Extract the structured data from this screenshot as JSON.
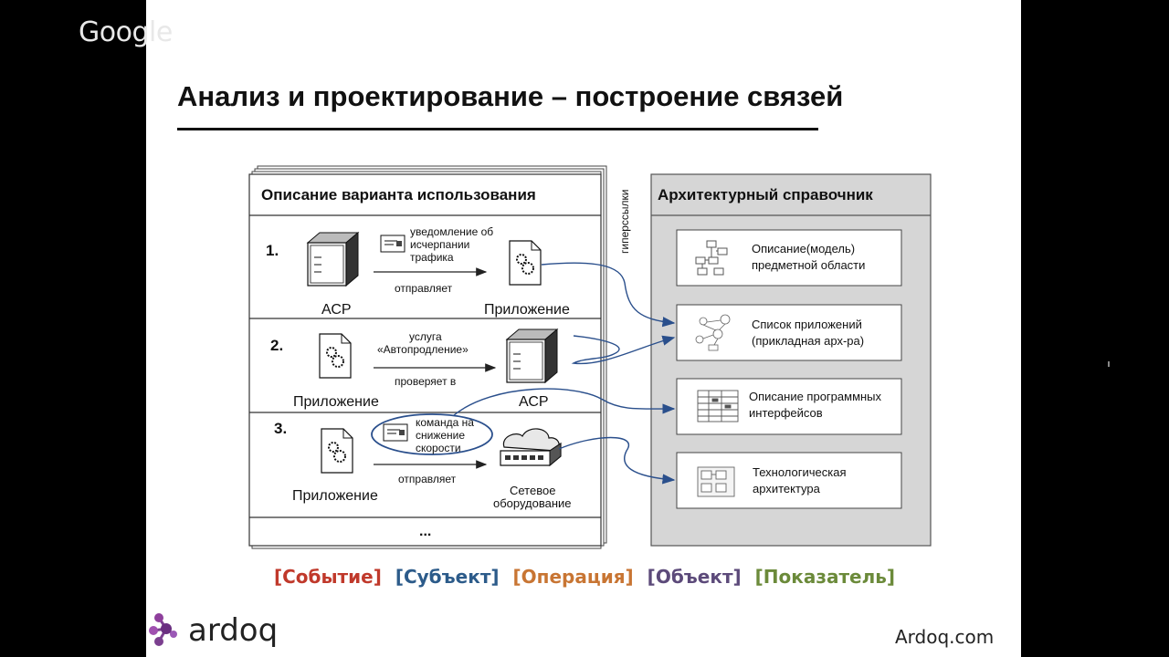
{
  "overlay": {
    "google_mark": "Google"
  },
  "slide": {
    "title": "Анализ и проектирование – построение связей",
    "left_panel": {
      "header": "Описание варианта использования",
      "rows": [
        {
          "num": "1.",
          "message": [
            "уведомление об",
            "исчерпании",
            "трафика"
          ],
          "verb": "отправляет",
          "source": "АСР",
          "target": "Приложение"
        },
        {
          "num": "2.",
          "message": [
            "услуга",
            "«Автопродление»"
          ],
          "verb": "проверяет в",
          "source": "Приложение",
          "target": "АСР"
        },
        {
          "num": "3.",
          "message": [
            "команда на",
            "снижение",
            "скорости"
          ],
          "verb": "отправляет",
          "source": "Приложение",
          "target_lines": [
            "Сетевое",
            "оборудование"
          ]
        }
      ],
      "more": "..."
    },
    "hyperlinks_label": "гиперссылки",
    "right_panel": {
      "header": "Архитектурный справочник",
      "cards": [
        {
          "lines": [
            "Описание(модель)",
            "предметной области"
          ],
          "icon": "domain-model-icon"
        },
        {
          "lines": [
            "Список приложений",
            "(прикладная арх-ра)"
          ],
          "icon": "application-map-icon"
        },
        {
          "lines": [
            "Описание программных",
            "интерфейсов"
          ],
          "icon": "interface-table-icon"
        },
        {
          "lines": [
            "Технологическая",
            "архитектура"
          ],
          "icon": "technology-architecture-icon"
        }
      ]
    },
    "legend": [
      {
        "text": "[Событие]",
        "color": "#c0392b"
      },
      {
        "text": "[Субъект]",
        "color": "#2c5b8a"
      },
      {
        "text": "[Операция]",
        "color": "#c87533"
      },
      {
        "text": "[Объект]",
        "color": "#5c4a7a"
      },
      {
        "text": "[Показатель]",
        "color": "#6b8a3a"
      }
    ],
    "logo_text": "ardoq",
    "url": "Ardoq.com"
  }
}
